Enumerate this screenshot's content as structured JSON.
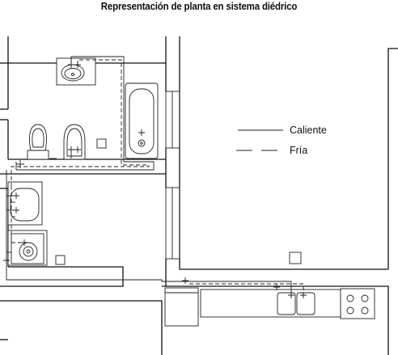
{
  "title": "Representación de planta en sistema diédrico",
  "legend": {
    "hot_label": "Caliente",
    "cold_label": "Fría"
  }
}
